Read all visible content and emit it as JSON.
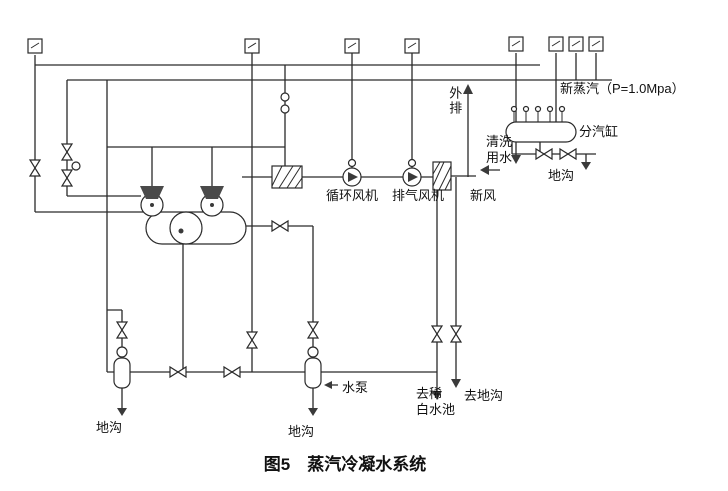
{
  "diagram": {
    "title": "图5　蒸汽冷凝水系统",
    "colors": {
      "ink": "#2a2a2a",
      "background": "#ffffff"
    },
    "labels": {
      "new_steam": "新蒸汽（P=1.0Mpa）",
      "steam_header": "分汽缸",
      "cleaning_water": "清洗\n用水",
      "trench_right": "地沟",
      "outer_exhaust": "外排",
      "circulation_fan": "循环风机",
      "exhaust_fan": "排气风机",
      "fresh_air": "新风",
      "water_pump": "水泵",
      "to_dilute_white_water_pool": "去稀\n白水池",
      "to_trench": "去地沟",
      "trench_left": "地沟",
      "trench_middle": "地沟"
    }
  }
}
